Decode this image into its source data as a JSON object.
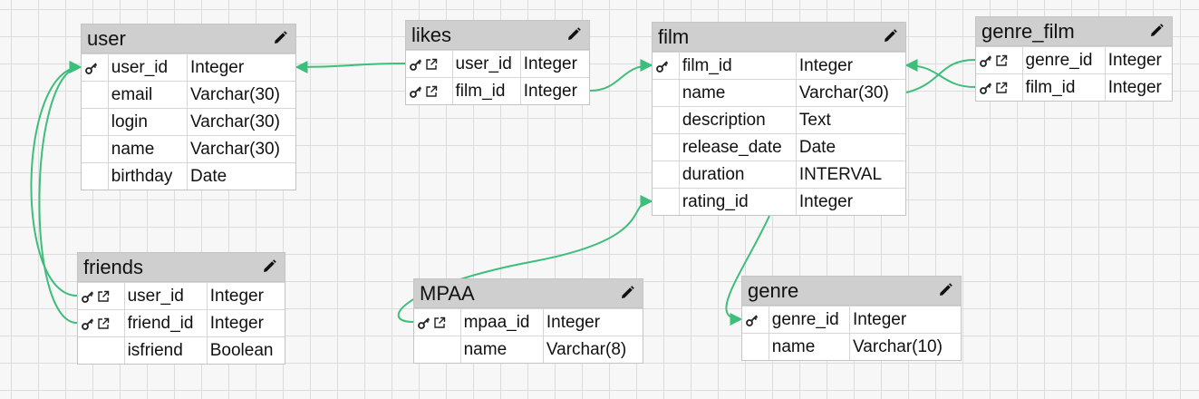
{
  "tables": [
    {
      "id": "user",
      "name": "user",
      "columns": [
        {
          "name": "user_id",
          "type": "Integer",
          "pk": true,
          "fk": false
        },
        {
          "name": "email",
          "type": "Varchar(30)",
          "pk": false,
          "fk": false
        },
        {
          "name": "login",
          "type": "Varchar(30)",
          "pk": false,
          "fk": false
        },
        {
          "name": "name",
          "type": "Varchar(30)",
          "pk": false,
          "fk": false
        },
        {
          "name": "birthday",
          "type": "Date",
          "pk": false,
          "fk": false
        }
      ]
    },
    {
      "id": "likes",
      "name": "likes",
      "columns": [
        {
          "name": "user_id",
          "type": "Integer",
          "pk": true,
          "fk": true
        },
        {
          "name": "film_id",
          "type": "Integer",
          "pk": true,
          "fk": true
        }
      ]
    },
    {
      "id": "film",
      "name": "film",
      "columns": [
        {
          "name": "film_id",
          "type": "Integer",
          "pk": true,
          "fk": false
        },
        {
          "name": "name",
          "type": "Varchar(30)",
          "pk": false,
          "fk": false
        },
        {
          "name": "description",
          "type": "Text",
          "pk": false,
          "fk": false
        },
        {
          "name": "release_date",
          "type": "Date",
          "pk": false,
          "fk": false
        },
        {
          "name": "duration",
          "type": "INTERVAL",
          "pk": false,
          "fk": false
        },
        {
          "name": "rating_id",
          "type": "Integer",
          "pk": false,
          "fk": false
        }
      ]
    },
    {
      "id": "genre_film",
      "name": "genre_film",
      "columns": [
        {
          "name": "genre_id",
          "type": "Integer",
          "pk": true,
          "fk": true
        },
        {
          "name": "film_id",
          "type": "Integer",
          "pk": true,
          "fk": true
        }
      ]
    },
    {
      "id": "friends",
      "name": "friends",
      "columns": [
        {
          "name": "user_id",
          "type": "Integer",
          "pk": true,
          "fk": true
        },
        {
          "name": "friend_id",
          "type": "Integer",
          "pk": true,
          "fk": true
        },
        {
          "name": "isfriend",
          "type": "Boolean",
          "pk": false,
          "fk": false
        }
      ]
    },
    {
      "id": "mpaa",
      "name": "MPAA",
      "columns": [
        {
          "name": "mpaa_id",
          "type": "Integer",
          "pk": true,
          "fk": true
        },
        {
          "name": "name",
          "type": "Varchar(8)",
          "pk": false,
          "fk": false
        }
      ]
    },
    {
      "id": "genre",
      "name": "genre",
      "columns": [
        {
          "name": "genre_id",
          "type": "Integer",
          "pk": true,
          "fk": false
        },
        {
          "name": "name",
          "type": "Varchar(10)",
          "pk": false,
          "fk": false
        }
      ]
    }
  ],
  "relations": [
    {
      "from": "likes.user_id",
      "to": "user.user_id"
    },
    {
      "from": "likes.film_id",
      "to": "film.film_id"
    },
    {
      "from": "genre_film.film_id",
      "to": "film.film_id"
    },
    {
      "from": "film.name",
      "to": "genre_film.genre_id"
    },
    {
      "from": "friends.user_id",
      "to": "user.user_id"
    },
    {
      "from": "friends.friend_id",
      "to": "user.user_id"
    },
    {
      "from": "mpaa.mpaa_id",
      "to": "film.rating_id"
    },
    {
      "from": "film.rating_id",
      "to": "genre.genre_id"
    }
  ],
  "colors": {
    "link": "#3dbe7a",
    "header": "#cfcfcf",
    "border": "#c4c4c4"
  },
  "icons": {
    "primary_key": "key-icon",
    "foreign_key": "external-link-icon",
    "edit": "pencil-icon"
  }
}
